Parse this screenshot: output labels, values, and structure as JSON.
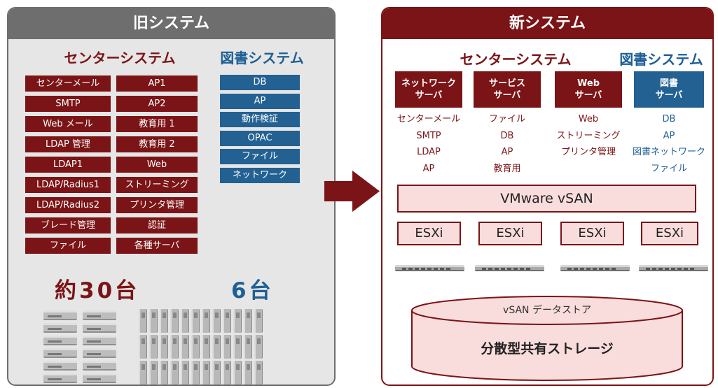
{
  "old_system": {
    "title": "旧システム",
    "center_title": "センターシステム",
    "library_title": "図書システム",
    "center_col1": [
      "センターメール",
      "SMTP",
      "Web メール",
      "LDAP 管理",
      "LDAP1",
      "LDAP/Radius1",
      "LDAP/Radius2",
      "ブレード管理",
      "ファイル"
    ],
    "center_col2": [
      "AP1",
      "AP2",
      "教育用 1",
      "教育用 2",
      "Web",
      "ストリーミング",
      "プリンタ管理",
      "認証",
      "各種サーバ"
    ],
    "library_items": [
      "DB",
      "AP",
      "動作検証",
      "OPAC",
      "ファイル",
      "ネットワーク"
    ],
    "center_count": "約30台",
    "library_count": "6台"
  },
  "new_system": {
    "title": "新システム",
    "center_title": "センターシステム",
    "library_title": "図書システム",
    "servers": [
      {
        "head1": "ネットワーク",
        "head2": "サーバ",
        "items": [
          "センターメール",
          "SMTP",
          "LDAP",
          "AP"
        ],
        "color": "#7b1416",
        "text_color": "#7b1416"
      },
      {
        "head1": "サービス",
        "head2": "サーバ",
        "items": [
          "ファイル",
          "DB",
          "AP",
          "教育用"
        ],
        "color": "#7b1416",
        "text_color": "#7b1416"
      },
      {
        "head1": "Web",
        "head2": "サーバ",
        "items": [
          "Web",
          "ストリーミング",
          "プリンタ管理"
        ],
        "color": "#7b1416",
        "text_color": "#7b1416"
      },
      {
        "head1": "図書",
        "head2": "サーバ",
        "items": [
          "DB",
          "AP",
          "図書ネットワーク",
          "ファイル"
        ],
        "color": "#236193",
        "text_color": "#1d5f96"
      }
    ],
    "vsan_label": "VMware vSAN",
    "esxi_labels": [
      "ESXi",
      "ESXi",
      "ESXi",
      "ESXi"
    ],
    "datastore_label": "vSAN データストア",
    "storage_label": "分散型共有ストレージ"
  },
  "colors": {
    "red": "#7b1416",
    "blue": "#236193",
    "gray": "#6e6e6e",
    "pink": "#f9dcdc"
  },
  "icons": {
    "transition_arrow": "right-arrow-icon",
    "server": "server-icon"
  }
}
